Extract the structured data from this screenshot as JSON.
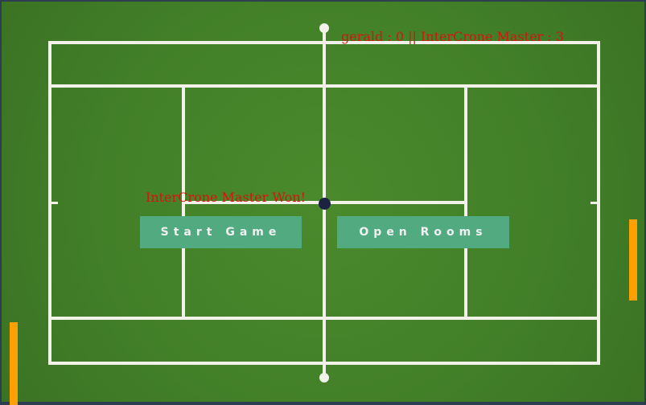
{
  "score": {
    "text": "gerald : 0 || InterCrone Master : 3"
  },
  "status": {
    "text": "InterCrone Master Won!"
  },
  "buttons": {
    "start": "Start Game",
    "rooms": "Open Rooms"
  },
  "colors": {
    "paddle": "#ff9f00",
    "ball": "#1c2340",
    "text": "#d4160c",
    "button": "#52ab80"
  }
}
